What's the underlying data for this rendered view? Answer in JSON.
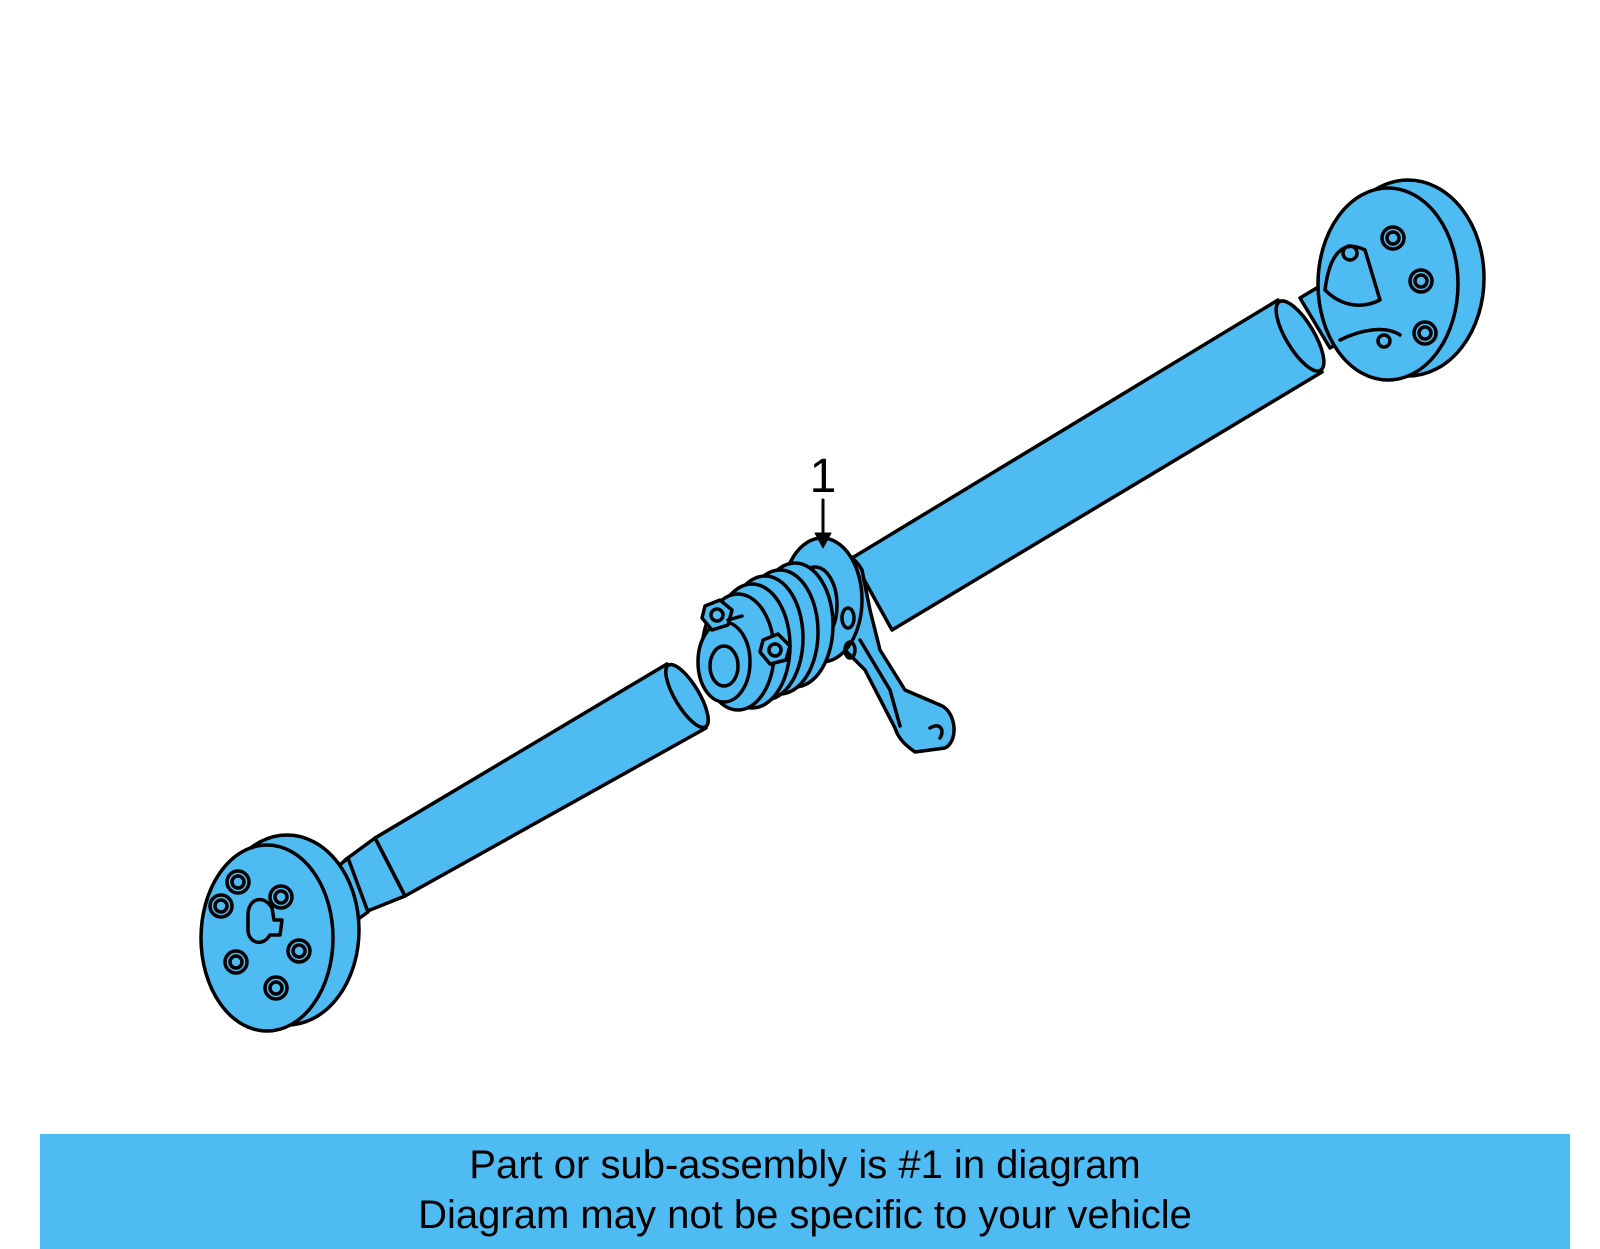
{
  "callout": {
    "number": "1"
  },
  "banner": {
    "line1": "Part or sub-assembly is #1 in diagram",
    "line2": "Diagram may not be specific to your vehicle"
  },
  "colors": {
    "part_fill": "#4fbbf3",
    "outline": "#000000",
    "banner_background": "#4fbbf3"
  }
}
